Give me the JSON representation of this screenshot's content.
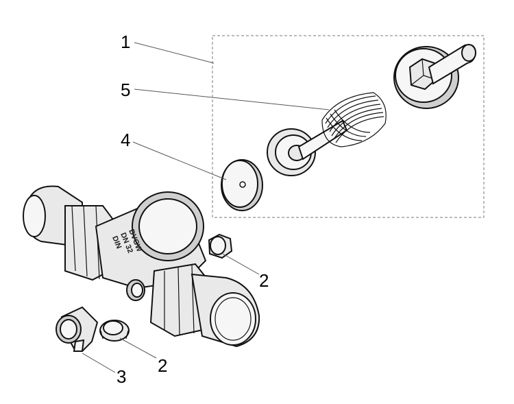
{
  "callouts": [
    {
      "id": "1",
      "label": "1"
    },
    {
      "id": "5",
      "label": "5"
    },
    {
      "id": "4",
      "label": "4"
    },
    {
      "id": "2a",
      "label": "2"
    },
    {
      "id": "2b",
      "label": "2"
    },
    {
      "id": "3",
      "label": "3"
    }
  ],
  "body_marking": {
    "line1": "DIN",
    "line2": "DN 32",
    "line3": "DVGW"
  },
  "colors": {
    "line": "#111111",
    "fill": "#e9e9e9",
    "background": "#ffffff"
  }
}
